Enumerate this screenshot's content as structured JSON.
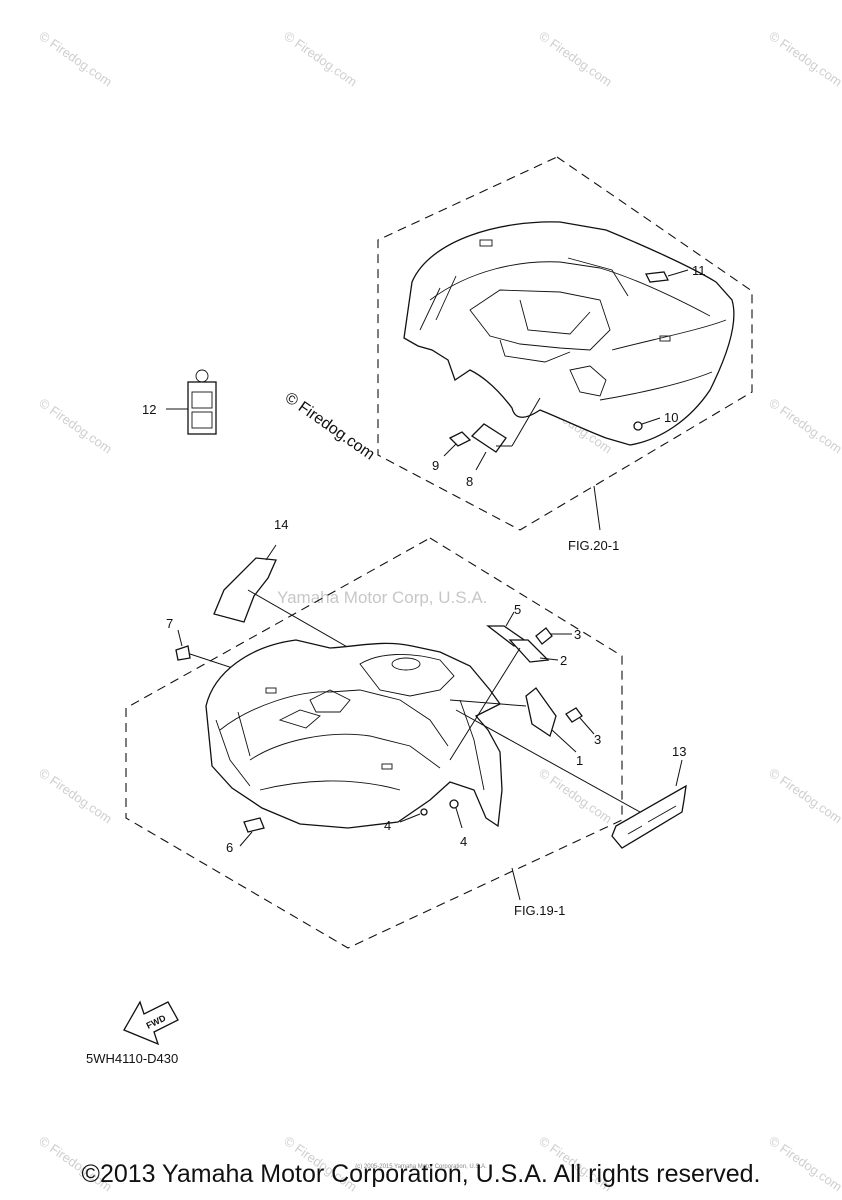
{
  "watermark": {
    "corner_text": "© Firedog.com",
    "center_text": "© Firedog.com",
    "brand_text": "Yamaha Motor Corp, U.S.A."
  },
  "callouts": {
    "n1": "1",
    "n2": "2",
    "n3a": "3",
    "n3b": "3",
    "n4a": "4",
    "n4b": "4",
    "n5": "5",
    "n6": "6",
    "n7": "7",
    "n8": "8",
    "n9": "9",
    "n10": "10",
    "n11": "11",
    "n12": "12",
    "n13": "13",
    "n14": "14"
  },
  "figure_refs": {
    "rear": "FIG.20-1",
    "front": "FIG.19-1"
  },
  "fwd_label": "FWD",
  "diagram_code": "5WH4110-D430",
  "small_copyright": "(c) 2005-2015 Yamaha Motor Corporation, U.S.A.",
  "footer": "©2013 Yamaha Motor Corporation, U.S.A. All rights reserved."
}
